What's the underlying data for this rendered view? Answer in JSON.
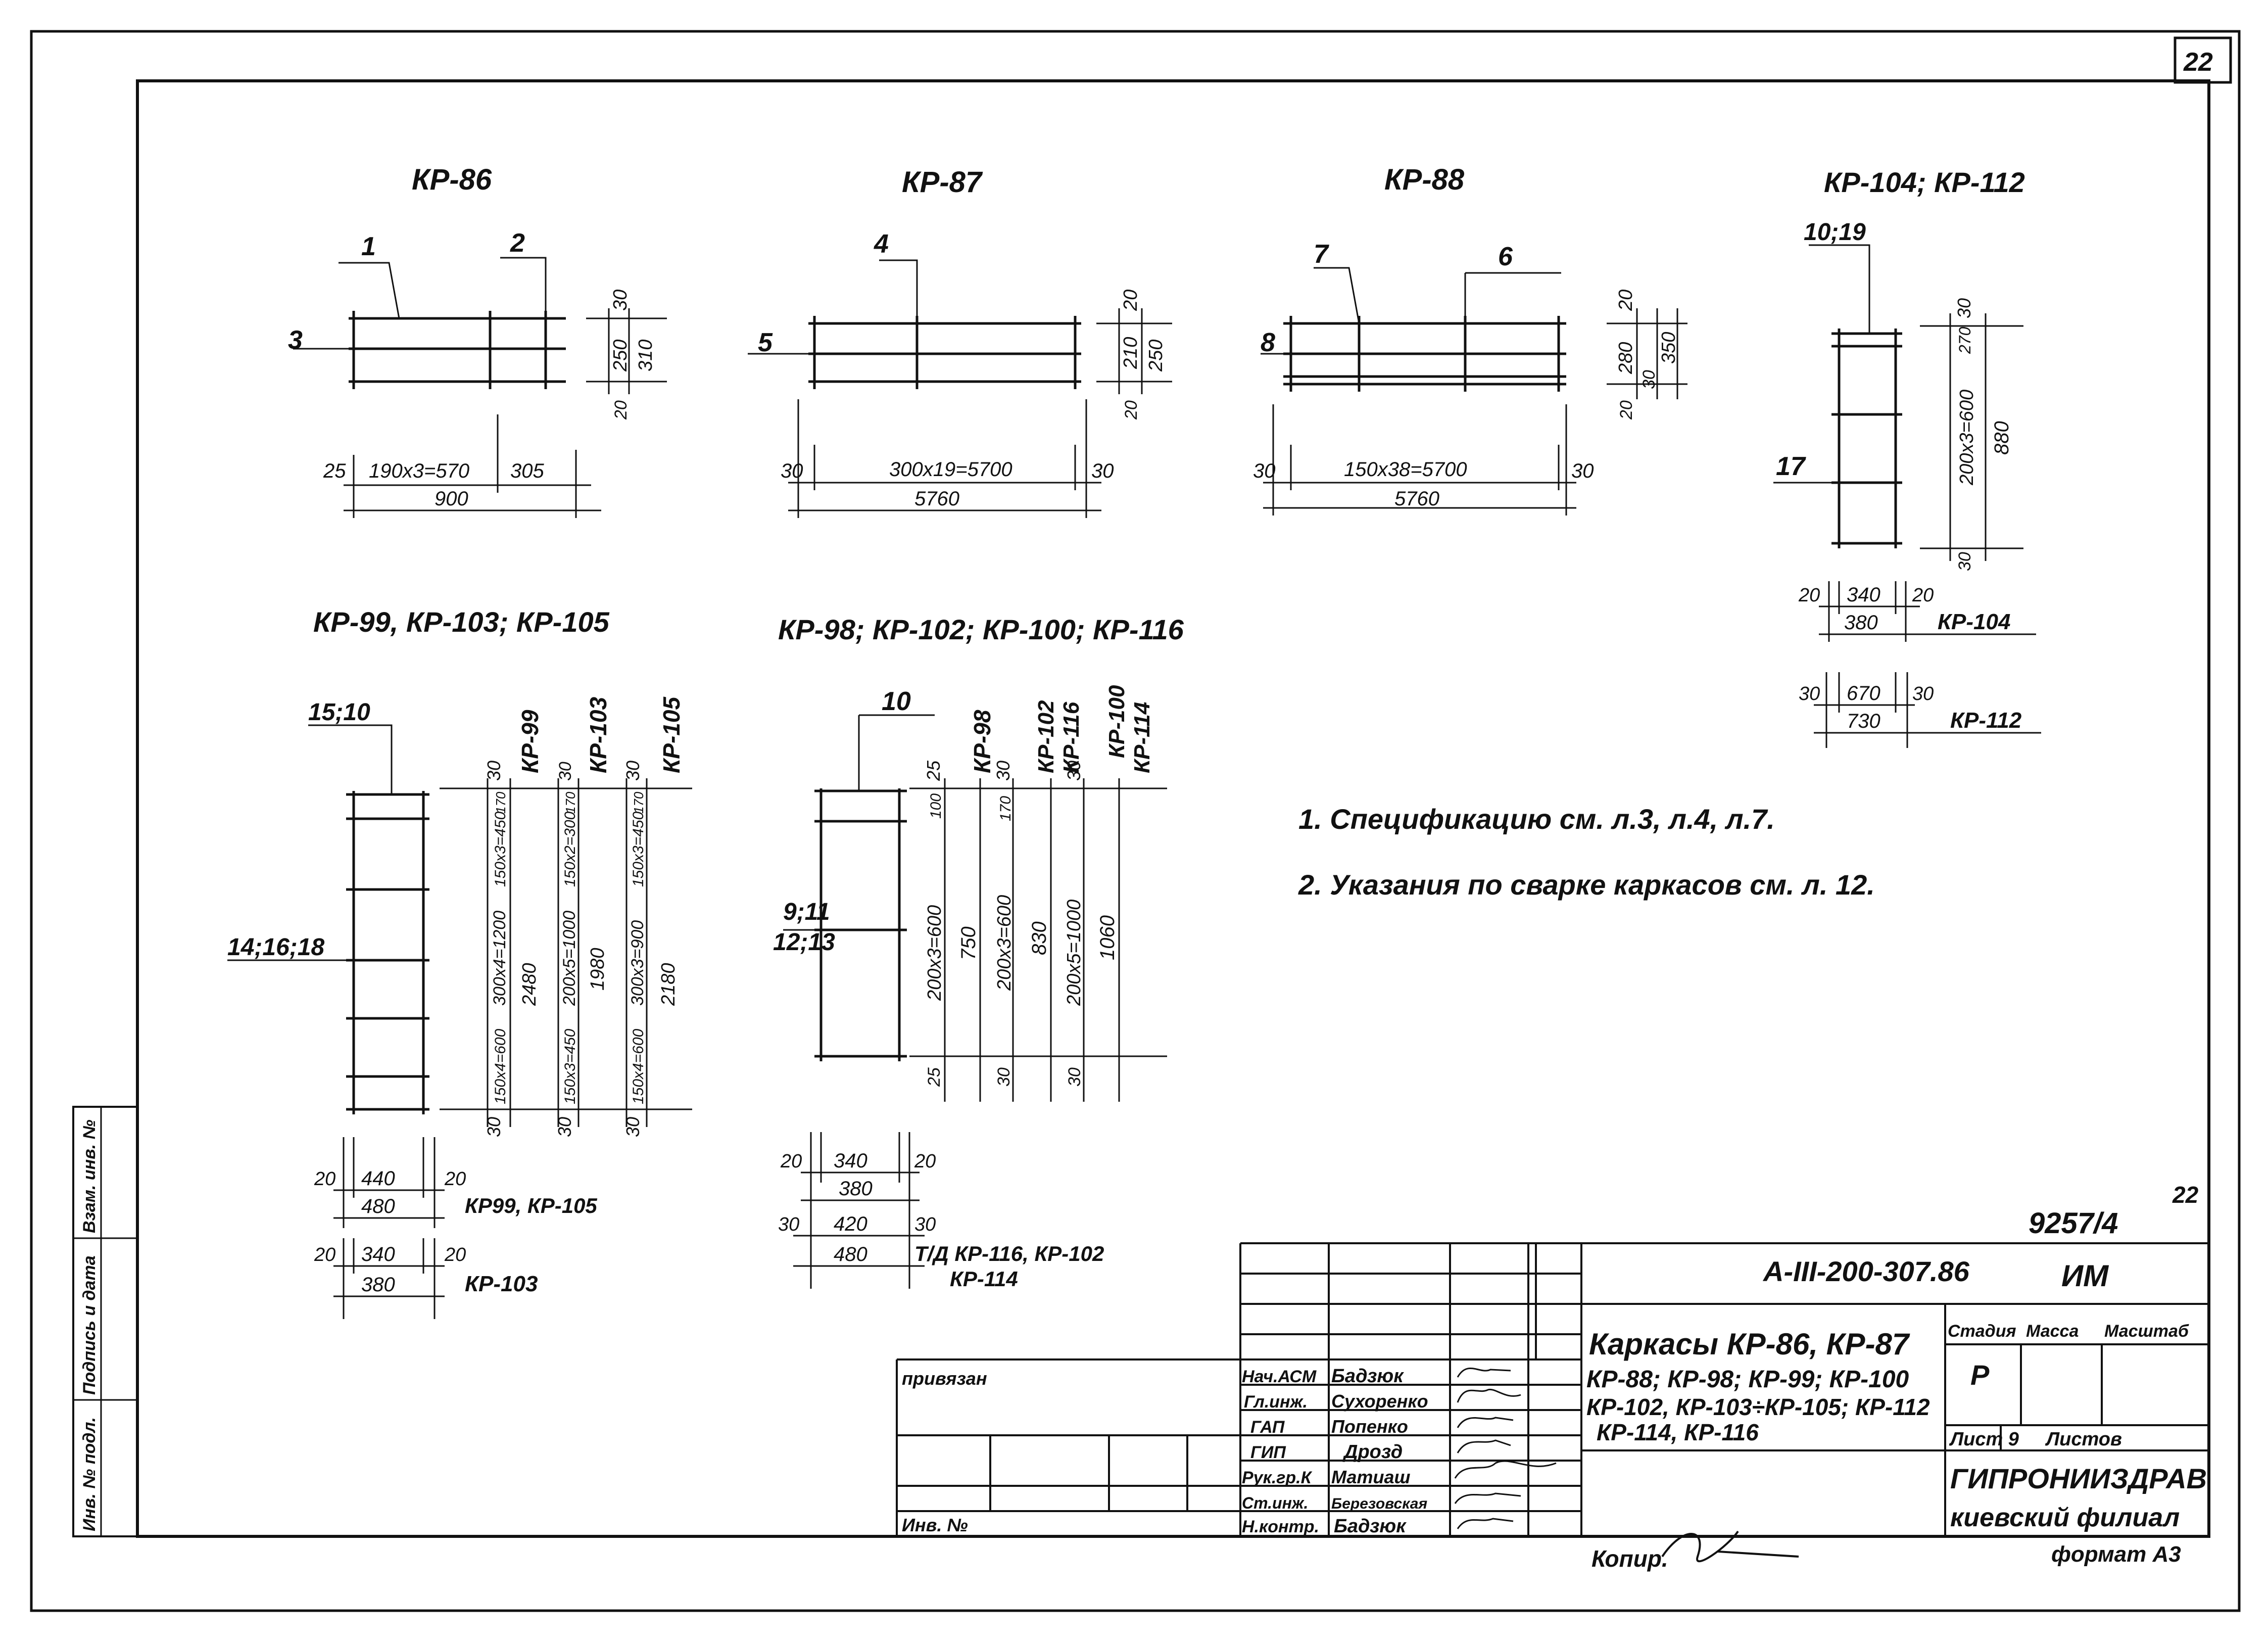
{
  "sheet": {
    "corner_number": "22",
    "doc_number": "9257/4",
    "doc_number_sup": "22"
  },
  "drawings": {
    "kp86": {
      "title": "КР-86",
      "pos": [
        "1",
        "2",
        "3"
      ],
      "dims": {
        "top": "30",
        "mid": "250",
        "total": "310",
        "bot": "20",
        "left": "25",
        "span": "190x3=570",
        "right": "305",
        "overall": "900"
      }
    },
    "kp87": {
      "title": "КР-87",
      "pos": [
        "4",
        "5"
      ],
      "dims": {
        "top": "20",
        "mid": "210",
        "total": "250",
        "bot": "20",
        "left": "30",
        "span": "300x19=5700",
        "right": "30",
        "overall": "5760"
      }
    },
    "kp88": {
      "title": "КР-88",
      "pos": [
        "7",
        "6",
        "8"
      ],
      "dims": {
        "top": "20",
        "mid": "280",
        "sub": "30",
        "total": "350",
        "bot": "20",
        "left": "30",
        "span": "150x38=5700",
        "right": "30",
        "overall": "5760"
      }
    },
    "kp104": {
      "title": "КР-104; КР-112",
      "pos": [
        "10;19",
        "17"
      ],
      "dims": {
        "top": "30",
        "top2": "270",
        "span": "200x3=600",
        "total": "880",
        "bot": "30"
      },
      "width_rows": [
        {
          "a": "20",
          "b": "340",
          "c": "20",
          "overall": "380",
          "label": "КР-104"
        },
        {
          "a": "30",
          "b": "670",
          "c": "30",
          "overall": "730",
          "label": "КР-112"
        }
      ]
    },
    "kp99": {
      "title": "КР-99, КР-103; КР-105",
      "pos": [
        "15;10",
        "14;16;18"
      ],
      "col_labels": [
        "КР-99",
        "КР-103",
        "КР-105"
      ],
      "cols": [
        {
          "top": "30",
          "a": "170",
          "b": "150x3=450",
          "c": "300x4=1200",
          "d": "2480",
          "e": "150x4=600",
          "bot": "30"
        },
        {
          "top": "30",
          "a": "170",
          "b": "150x2=300",
          "c": "200x5=1000",
          "d": "1980",
          "e": "150x3=450",
          "bot": "30"
        },
        {
          "top": "30",
          "a": "170",
          "b": "150x3=450",
          "c": "300x3=900",
          "d": "2180",
          "e": "150x4=600",
          "bot": "30"
        }
      ],
      "width_rows": [
        {
          "a": "20",
          "b": "440",
          "c": "20",
          "overall": "480",
          "label": "КР99, КР-105"
        },
        {
          "a": "20",
          "b": "340",
          "c": "20",
          "overall": "380",
          "label": "КР-103"
        }
      ]
    },
    "kp98": {
      "title": "КР-98; КР-102; КР-100; КР-116",
      "pos": [
        "10",
        "9;11",
        "12;13"
      ],
      "col_labels": [
        "КР-98",
        "КР-102",
        "КР-116",
        "КР-100",
        "КР-114"
      ],
      "cols": [
        {
          "top": "25",
          "a": "100",
          "b": "200x3=600",
          "c": "750",
          "bot": "25"
        },
        {
          "top": "30",
          "a": "170",
          "b": "200x3=600",
          "c": "830",
          "bot": "30"
        },
        {
          "top": "30",
          "a": "",
          "b": "200x5=1000",
          "c": "1060",
          "bot": "30"
        }
      ],
      "width_rows": [
        {
          "a": "20",
          "b": "340",
          "c": "20",
          "overall": "380"
        },
        {
          "a": "30",
          "b": "420",
          "c": "30",
          "overall": "480",
          "label": "Т/Д КР-116, КР-102",
          "label2": "КР-114"
        }
      ]
    }
  },
  "notes": [
    "1. Спецификацию см. л.3, л.4, л.7.",
    "2. Указания по сварке каркасов см. л. 12."
  ],
  "stamp": {
    "code": "А-III-200-307.86",
    "im": "ИМ",
    "title_lines": [
      "Каркасы КР-86, КР-87",
      "КР-88; КР-98; КР-99; КР-100",
      "КР-102, КР-103÷КР-105; КР-112",
      "КР-114, КР-116"
    ],
    "stage_header": "Стадия",
    "mass_header": "Масса",
    "scale_header": "Масштаб",
    "stage_value": "Р",
    "sheet_label": "Лист 9",
    "sheets_label": "Листов",
    "org": "ГИПРОНИИЗДРАВ",
    "branch": "киевский филиал",
    "format": "формат А3",
    "copied": "Копир.",
    "privyazan": "привязан",
    "inv_no": "Инв. №",
    "roles": [
      {
        "role": "Нач.АСМ",
        "name": "Бадзюк"
      },
      {
        "role": "Гл.инж.",
        "name": "Сухоренко"
      },
      {
        "role": "ГАП",
        "name": "Попенко"
      },
      {
        "role": "ГИП",
        "name": "Дрозд"
      },
      {
        "role": "Рук.гр.К",
        "name": "Матиаш"
      },
      {
        "role": "Ст.инж.",
        "name": "Березовская"
      },
      {
        "role": "Н.контр.",
        "name": "Бадзюк"
      }
    ]
  },
  "side_strip": [
    "Инв. № подл.",
    "Подпись и дата",
    "Взам. инв. №"
  ]
}
